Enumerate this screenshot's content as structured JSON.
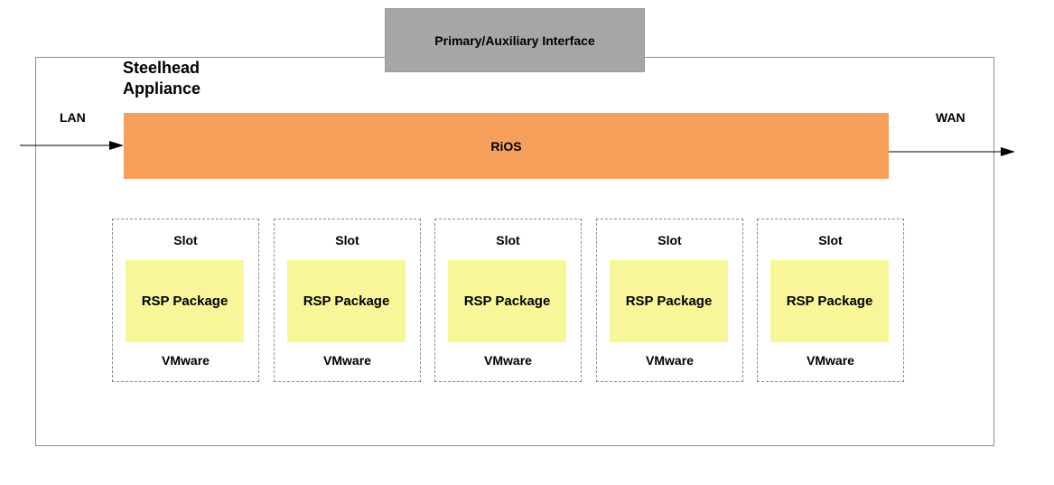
{
  "interface": {
    "label": "Primary/Auxiliary Interface"
  },
  "appliance": {
    "title": "Steelhead Appliance"
  },
  "lan": {
    "label": "LAN"
  },
  "wan": {
    "label": "WAN"
  },
  "rios": {
    "label": "RiOS"
  },
  "slots": [
    {
      "label": "Slot",
      "package": "RSP Package",
      "platform": "VMware"
    },
    {
      "label": "Slot",
      "package": "RSP Package",
      "platform": "VMware"
    },
    {
      "label": "Slot",
      "package": "RSP Package",
      "platform": "VMware"
    },
    {
      "label": "Slot",
      "package": "RSP Package",
      "platform": "VMware"
    },
    {
      "label": "Slot",
      "package": "RSP Package",
      "platform": "VMware"
    }
  ],
  "colors": {
    "rios": "#f59f5b",
    "package": "#f7f79a",
    "interface": "#a6a6a6"
  }
}
